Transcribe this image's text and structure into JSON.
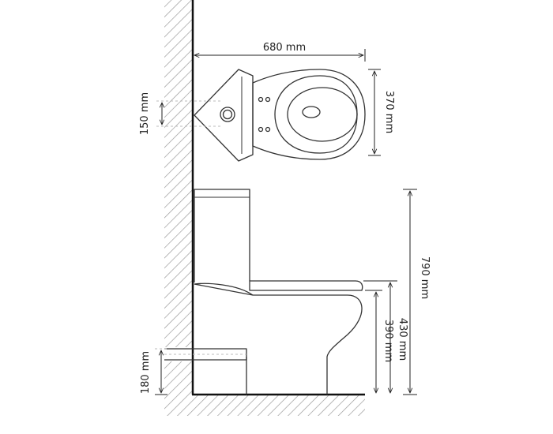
{
  "dimensions": {
    "width": "680 mm",
    "depth": "370 mm",
    "inlet_offset": "150 mm",
    "total_height": "790 mm",
    "seat_height": "430 mm",
    "bowl_height": "390 mm",
    "outlet_height": "180 mm"
  },
  "colors": {
    "line": "#333333",
    "wall_hatch": "#9a9a9a",
    "text": "#222222"
  }
}
